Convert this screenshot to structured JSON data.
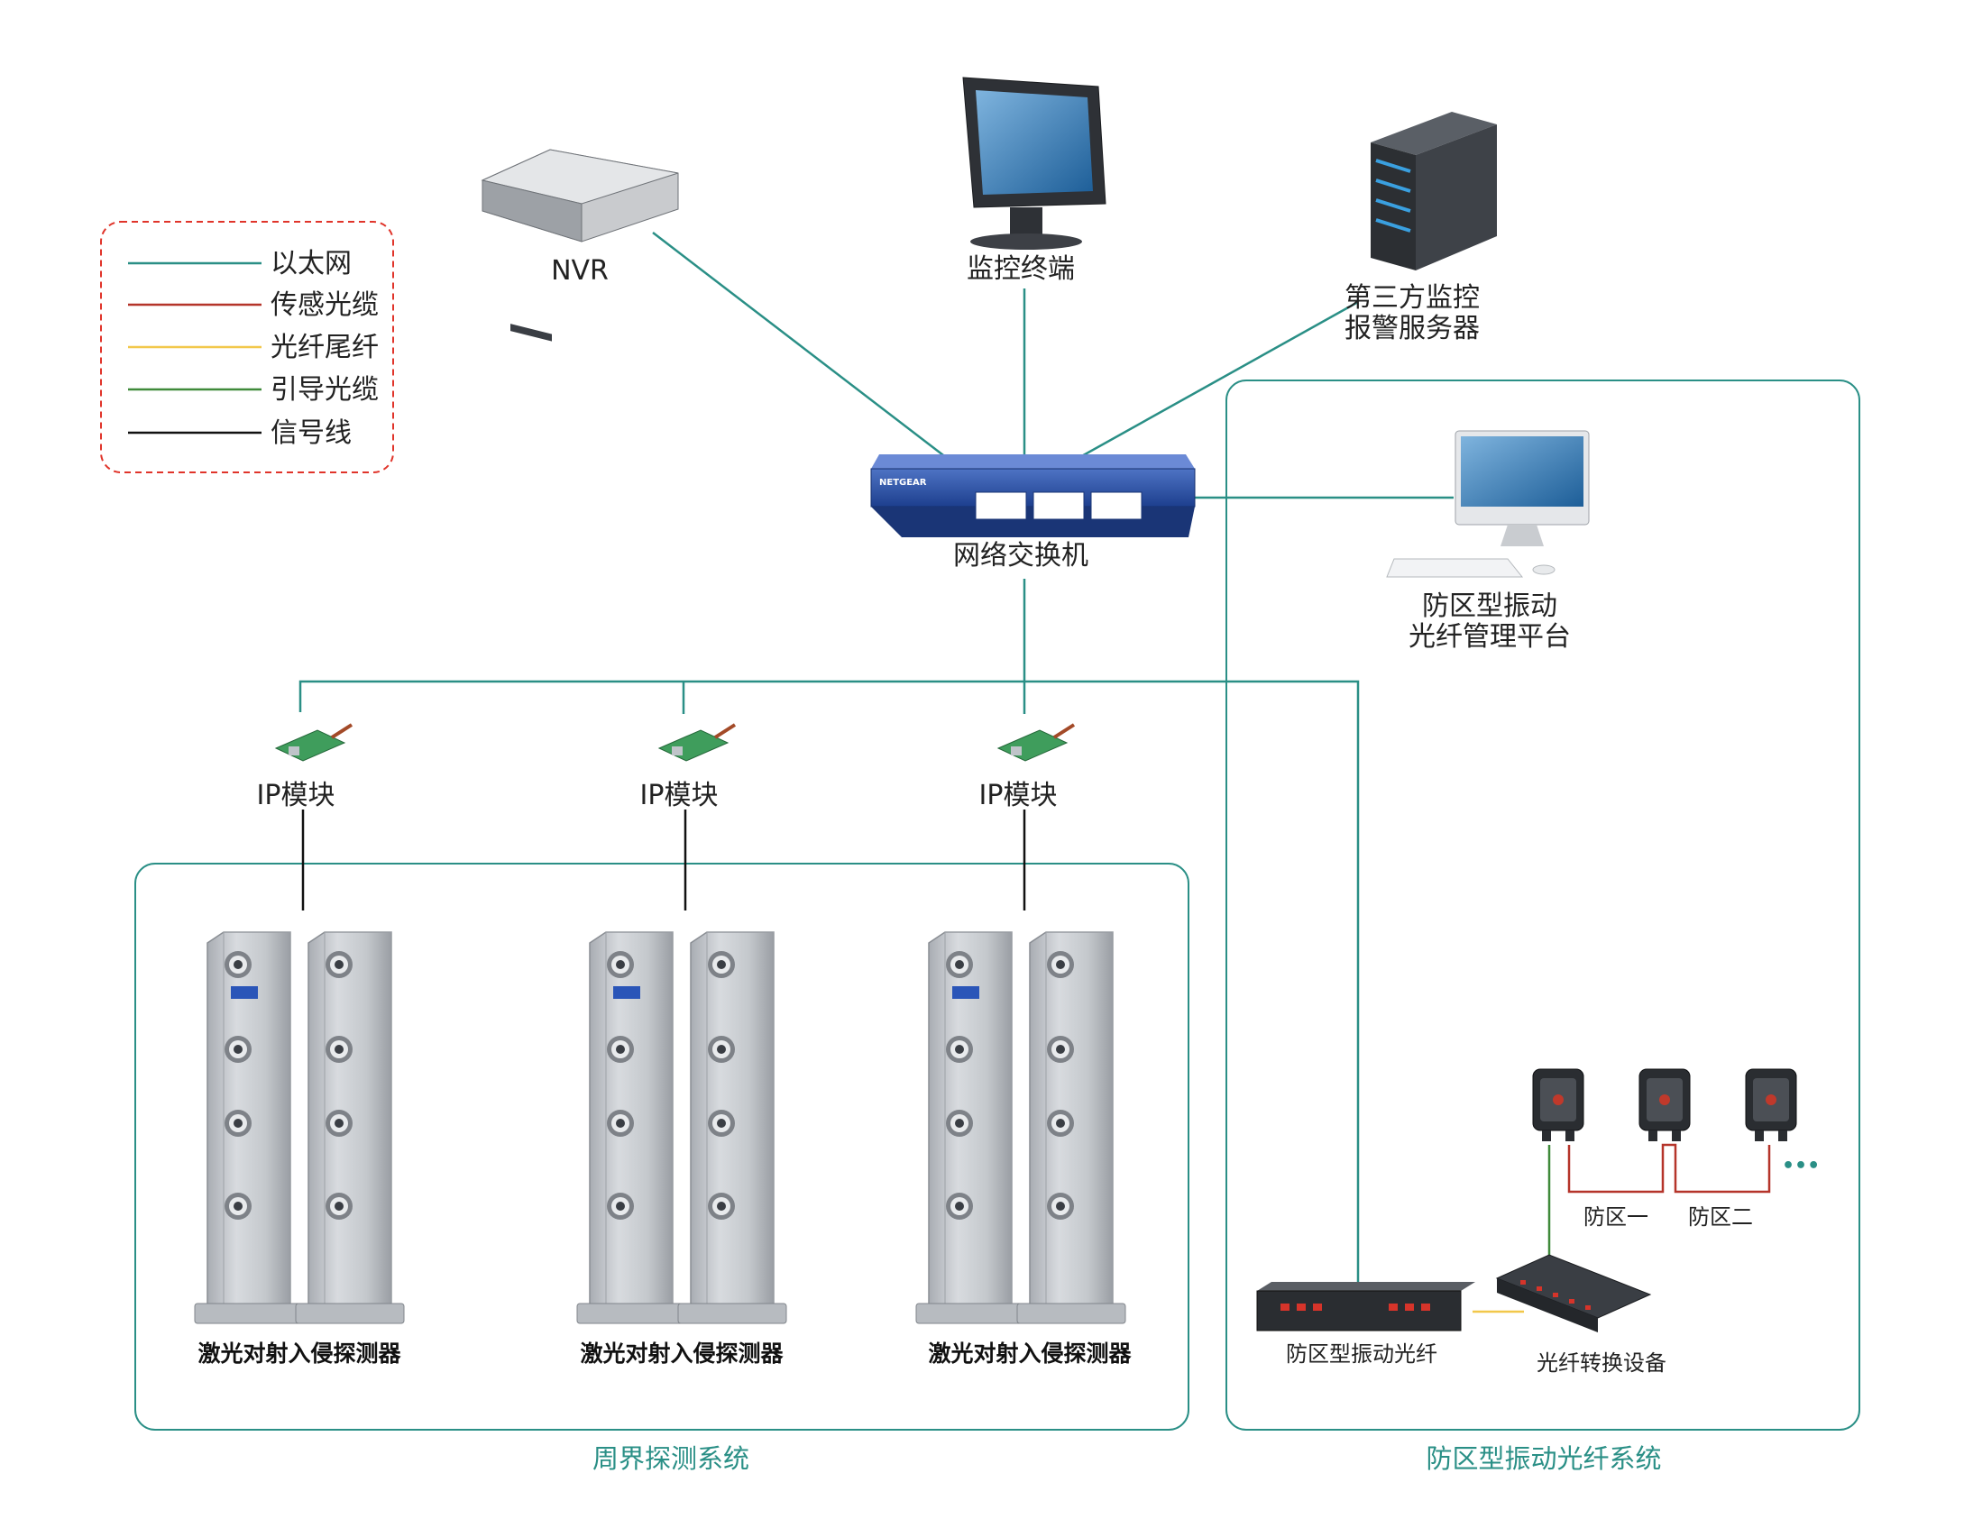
{
  "colors": {
    "ethernet": "#2a8f86",
    "sensing_cable": "#b5342a",
    "pigtail": "#f2c84b",
    "guide_cable": "#3f8a3a",
    "signal": "#111111",
    "frame": "#2a8f86",
    "legend_border": "#e0342a",
    "system_label": "#2a8f86"
  },
  "legend": {
    "items": [
      {
        "label": "以太网",
        "color": "#2a8f86"
      },
      {
        "label": "传感光缆",
        "color": "#b5342a"
      },
      {
        "label": "光纤尾纤",
        "color": "#f2c84b"
      },
      {
        "label": "引导光缆",
        "color": "#3f8a3a"
      },
      {
        "label": "信号线",
        "color": "#111111"
      }
    ]
  },
  "devices": {
    "nvr": "NVR",
    "monitor_terminal": "监控终端",
    "third_party_line1": "第三方监控",
    "third_party_line2": "报警服务器",
    "switch": "网络交换机",
    "switch_brand": "NETGEAR",
    "platform_line1": "防区型振动",
    "platform_line2": "光纤管理平台",
    "ip_modules": [
      "IP模块",
      "IP模块",
      "IP模块"
    ],
    "detectors": [
      "激光对射入侵探测器",
      "激光对射入侵探测器",
      "激光对射入侵探测器"
    ],
    "vibration_fiber": "防区型振动光纤",
    "fiber_converter": "光纤转换设备",
    "zone1": "防区一",
    "zone2": "防区二",
    "ellipsis": "•••"
  },
  "systems": {
    "perimeter": "周界探测系统",
    "vibration": "防区型振动光纤系统"
  }
}
